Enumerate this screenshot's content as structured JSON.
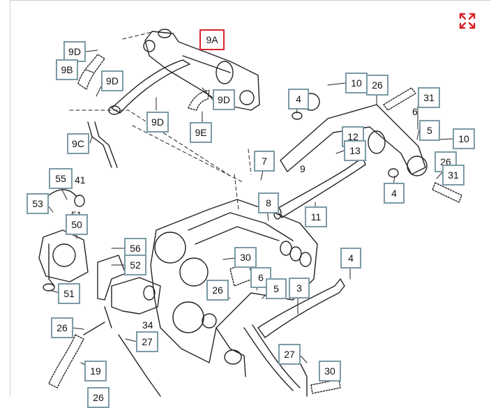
{
  "toolbar": {
    "expand_icon": "expand-arrows-icon",
    "accent": "#d8232a"
  },
  "callouts": {
    "c9A": "9A",
    "c9D_a": "9D",
    "c9B": "9B",
    "c9D_b": "9D",
    "c9D_c": "9D",
    "c9D_d": "9D",
    "c9E": "9E",
    "c9C": "9C",
    "c4_a": "4",
    "c10_a": "10",
    "c26_a": "26",
    "c31_a": "31",
    "c12": "12",
    "c13": "13",
    "c5_a": "5",
    "c10_b": "10",
    "c7": "7",
    "c26_b": "26",
    "c31_b": "31",
    "c4_b": "4",
    "c55": "55",
    "c53": "53",
    "c51_a": "51",
    "c50": "50",
    "c8": "8",
    "c11": "11",
    "c56": "56",
    "c52": "52",
    "c30_a": "30",
    "c4_c": "4",
    "c6_b": "6",
    "c26_c": "26",
    "c5_b": "5",
    "c3": "3",
    "c51_b": "51",
    "c26_d": "26",
    "c27_a": "27",
    "c27_b": "27",
    "c19": "19",
    "c30_b": "30",
    "c26_e": "26"
  },
  "plain_labels": {
    "p41": "41",
    "p51": "51",
    "p6": "6",
    "p9": "9",
    "p34": "34"
  }
}
